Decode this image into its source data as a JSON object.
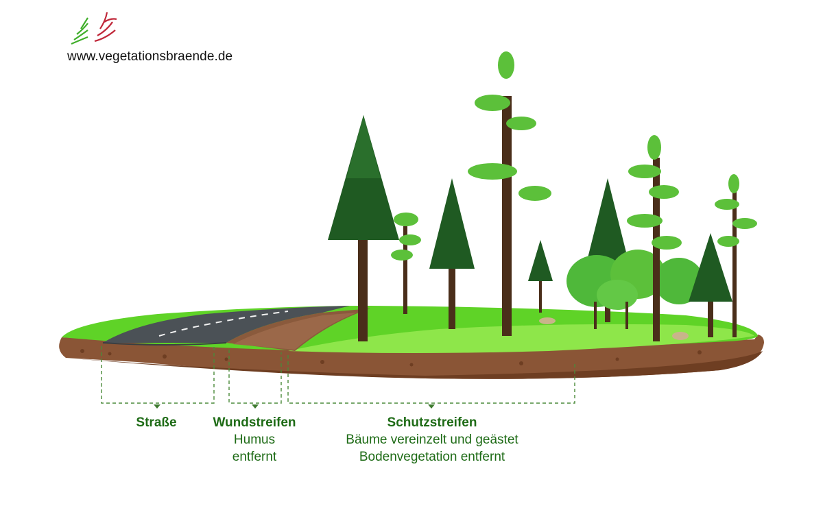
{
  "header": {
    "url": "www.vegetationsbraende.de"
  },
  "colors": {
    "grass": "#5fd327",
    "grass_light": "#8ee64a",
    "soil": "#8a5536",
    "soil_dark": "#6e3e22",
    "road": "#4b5156",
    "label_green": "#1e6b16",
    "bracket": "#4a8a3a",
    "tree_dark": "#1f5a22",
    "tree_light": "#5cc03a"
  },
  "zones": [
    {
      "id": "road",
      "title": "Straße",
      "lines": []
    },
    {
      "id": "wound",
      "title": "Wundstreifen",
      "lines": [
        "Humus",
        "entfernt"
      ]
    },
    {
      "id": "protect",
      "title": "Schutzstreifen",
      "lines": [
        "Bäume vereinzelt und geästet",
        "Bodenvegetation entfernt"
      ]
    }
  ],
  "icons": {
    "logo": "tree-and-flame-logo-icon"
  }
}
